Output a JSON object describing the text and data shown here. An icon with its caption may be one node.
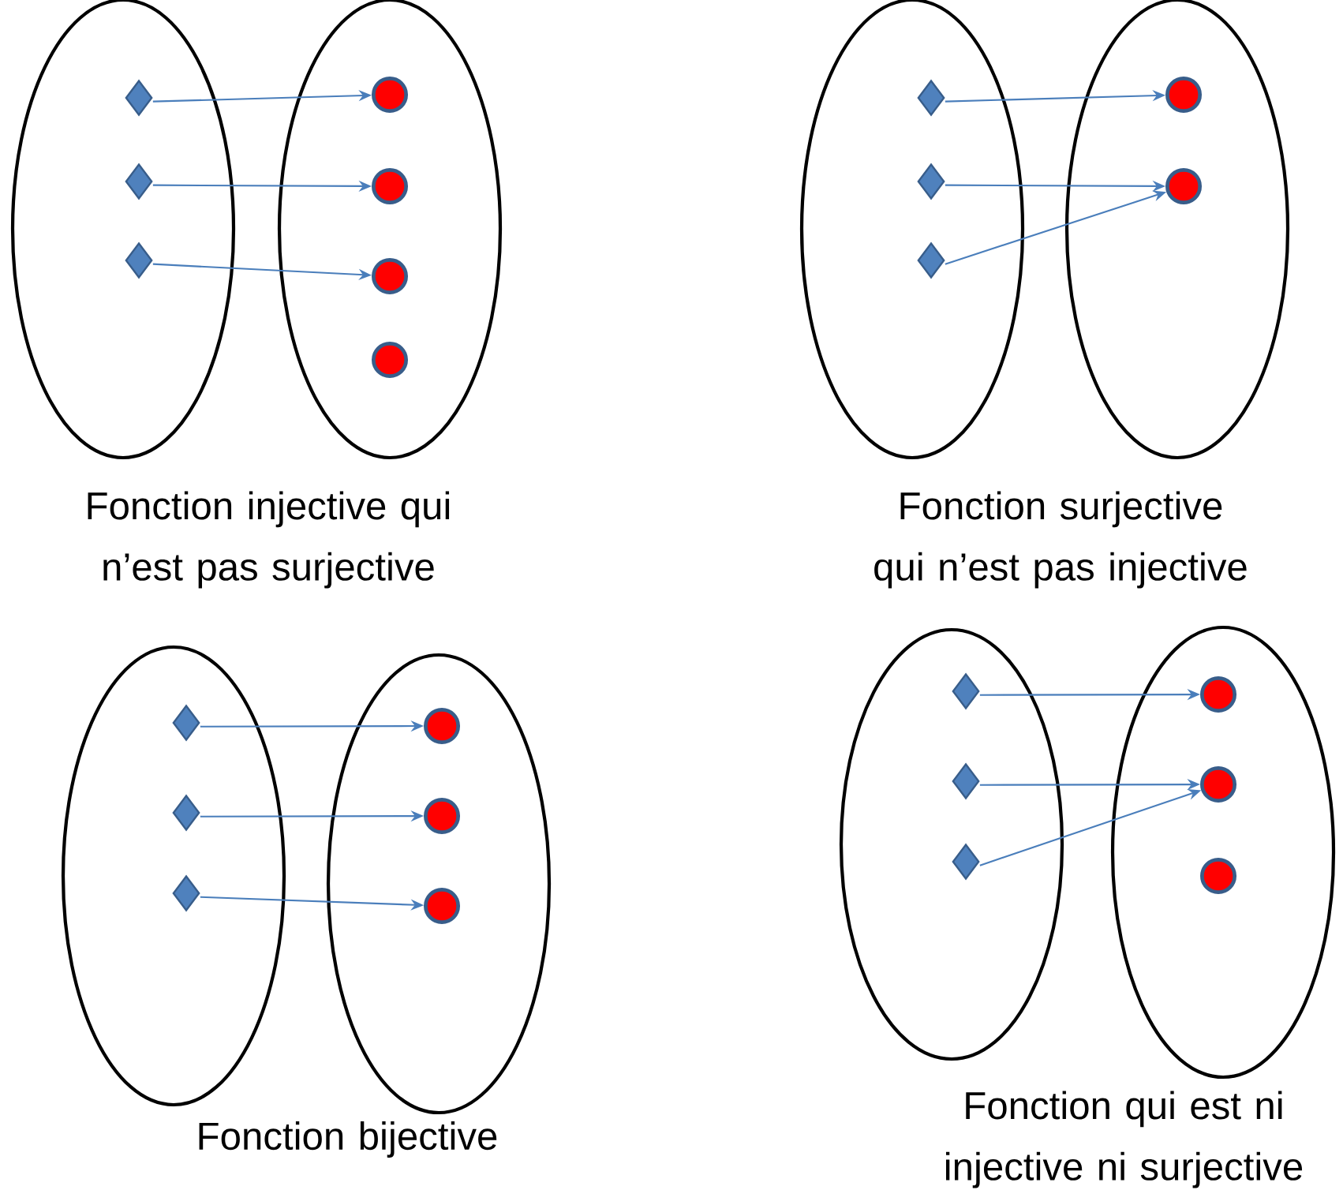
{
  "diagram": {
    "nodes": [
      {
        "text": [],
        "shape": "ellipse"
      },
      {
        "text": [],
        "shape": "ellipse"
      },
      {
        "text": [],
        "shape": "diamond",
        "in": 0
      },
      {
        "text": [],
        "shape": "diamond",
        "in": 0
      },
      {
        "text": [],
        "shape": "diamond",
        "in": 0
      },
      {
        "text": [],
        "shape": "circle",
        "in": 1
      },
      {
        "text": [],
        "shape": "circle",
        "in": 1
      },
      {
        "text": [],
        "shape": "circle",
        "in": 1
      },
      {
        "text": [],
        "shape": "circle",
        "in": 1
      },
      {
        "text": [],
        "shape": "ellipse"
      },
      {
        "text": [],
        "shape": "ellipse"
      },
      {
        "text": [],
        "shape": "diamond",
        "in": 9
      },
      {
        "text": [],
        "shape": "diamond",
        "in": 9
      },
      {
        "text": [],
        "shape": "diamond",
        "in": 9
      },
      {
        "text": [],
        "shape": "circle",
        "in": 10
      },
      {
        "text": [],
        "shape": "circle",
        "in": 10
      },
      {
        "text": [],
        "shape": "ellipse"
      },
      {
        "text": [],
        "shape": "ellipse"
      },
      {
        "text": [],
        "shape": "diamond",
        "in": 16
      },
      {
        "text": [],
        "shape": "diamond",
        "in": 16
      },
      {
        "text": [],
        "shape": "diamond",
        "in": 16
      },
      {
        "text": [],
        "shape": "circle",
        "in": 17
      },
      {
        "text": [],
        "shape": "circle",
        "in": 17
      },
      {
        "text": [],
        "shape": "circle",
        "in": 17
      },
      {
        "text": [],
        "shape": "ellipse"
      },
      {
        "text": [],
        "shape": "ellipse"
      },
      {
        "text": [],
        "shape": "diamond",
        "in": 24
      },
      {
        "text": [],
        "shape": "diamond",
        "in": 24
      },
      {
        "text": [],
        "shape": "diamond",
        "in": 24
      },
      {
        "text": [],
        "shape": "circle",
        "in": 25
      },
      {
        "text": [],
        "shape": "circle",
        "in": 25
      },
      {
        "text": [],
        "shape": "circle",
        "in": 25
      }
    ],
    "edges": [
      {
        "from": 2,
        "to": 5,
        "arrow": "to"
      },
      {
        "from": 3,
        "to": 6,
        "arrow": "to"
      },
      {
        "from": 4,
        "to": 7,
        "arrow": "to"
      },
      {
        "from": 11,
        "to": 14,
        "arrow": "to"
      },
      {
        "from": 12,
        "to": 15,
        "arrow": "to"
      },
      {
        "from": 13,
        "to": 15,
        "arrow": "to"
      },
      {
        "from": 18,
        "to": 21,
        "arrow": "to"
      },
      {
        "from": 19,
        "to": 22,
        "arrow": "to"
      },
      {
        "from": 20,
        "to": 23,
        "arrow": "to"
      },
      {
        "from": 26,
        "to": 29,
        "arrow": "to"
      },
      {
        "from": 27,
        "to": 30,
        "arrow": "to"
      },
      {
        "from": 28,
        "to": 30,
        "arrow": "to"
      }
    ],
    "labels": [
      "Fonction injective qui n’est pas surjective",
      "Fonction surjective qui n’est pas injective",
      "Fonction bijective",
      "Fonction qui est ni injective ni surjective"
    ]
  }
}
